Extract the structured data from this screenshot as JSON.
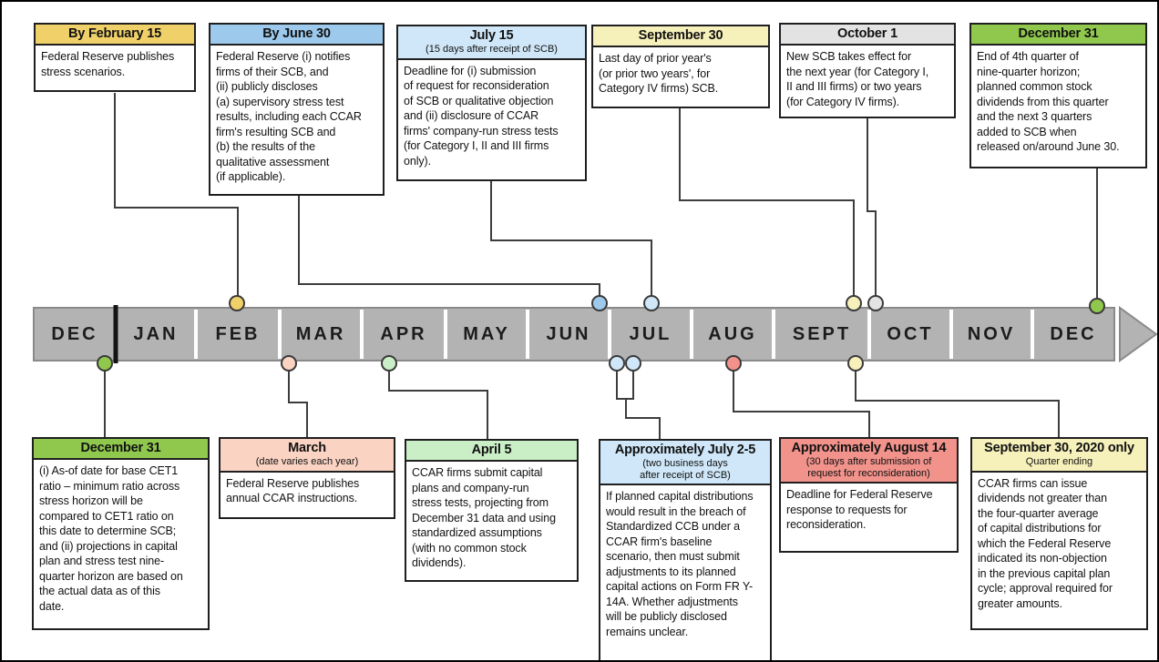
{
  "timeline": {
    "months": [
      "DEC",
      "JAN",
      "FEB",
      "MAR",
      "APR",
      "MAY",
      "JUN",
      "JUL",
      "AUG",
      "SEPT",
      "OCT",
      "NOV",
      "DEC"
    ],
    "bar_color": "#b3b3b3",
    "bar_edge_color": "#8a8a8a",
    "divider_color": "#ffffff",
    "year_divider_color": "#141414",
    "line_color": "#3d3d3d"
  },
  "events_top": [
    {
      "title": "By February 15",
      "subtitle": "",
      "body": "Federal Reserve publishes\nstress scenarios.",
      "accent": "#f0d169"
    },
    {
      "title": "By June 30",
      "subtitle": "",
      "body": "Federal Reserve (i) notifies\nfirms of their SCB, and\n(ii) publicly discloses\n(a) supervisory stress test\nresults, including each CCAR\nfirm's resulting SCB and\n(b) the results of the\nqualitative assessment\n(if applicable).",
      "accent": "#9cc9ec"
    },
    {
      "title": "July 15",
      "subtitle": "(15 days after receipt of SCB)",
      "body": "Deadline for (i) submission\nof request for reconsideration\nof SCB or qualitative objection\nand (ii) disclosure of CCAR\nfirms' company-run stress tests\n(for Category I, II and III  firms\nonly).",
      "accent": "#cfe7f8"
    },
    {
      "title": "September 30",
      "subtitle": "",
      "body": "Last day of prior year's\n(or prior two years', for\nCategory IV firms) SCB.",
      "accent": "#f6f0ba"
    },
    {
      "title": "October 1",
      "subtitle": "",
      "body": "New SCB takes effect for\nthe next year (for Category I,\nII and III  firms) or two years\n(for Category IV firms).",
      "accent": "#e3e3e3"
    },
    {
      "title": "December 31",
      "subtitle": "",
      "body": "End of 4th quarter of\nnine-quarter horizon;\nplanned common stock\ndividends from this quarter\nand the next 3 quarters\nadded to SCB when\nreleased on/around June 30.",
      "accent": "#90c84e"
    }
  ],
  "events_bottom": [
    {
      "title": "December 31",
      "subtitle": "",
      "body": "(i) As-of date for base CET1\nratio – minimum ratio across\nstress horizon will be\ncompared to CET1 ratio on\nthis date to determine SCB;\nand (ii) projections in capital\nplan and stress test nine-\nquarter horizon are based on\nthe actual data as of this\ndate.",
      "accent": "#90c84e"
    },
    {
      "title": "March",
      "subtitle": "(date varies each year)",
      "body": "Federal Reserve publishes\nannual CCAR instructions.",
      "accent": "#fad3c3"
    },
    {
      "title": "April 5",
      "subtitle": "",
      "body": "CCAR firms submit capital\nplans and company-run\nstress tests, projecting from\nDecember 31 data and using\nstandardized assumptions\n(with no common stock\ndividends).",
      "accent": "#caefc6"
    },
    {
      "title": "Approximately July 2-5",
      "subtitle": "(two business days\nafter receipt of SCB)",
      "body": "If planned capital distributions\nwould result in the breach of\nStandardized CCB under a\nCCAR firm's baseline\nscenario, then must submit\nadjustments to its planned\ncapital actions on Form FR Y-\n14A.  Whether adjustments\nwill be publicly disclosed\nremains unclear.",
      "accent": "#cfe7f8"
    },
    {
      "title": "Approximately August 14",
      "subtitle": "(30 days after submission of\nrequest for reconsideration)",
      "body": "Deadline for Federal Reserve\nresponse to requests for\nreconsideration.",
      "accent": "#f1928b"
    },
    {
      "title": "September 30, 2020 only",
      "subtitle": "Quarter ending",
      "body": "CCAR firms can issue\ndividends not greater than\nthe four-quarter average\nof capital distributions for\nwhich the Federal Reserve\nindicated its non-objection\nin the previous capital plan\ncycle; approval required for\ngreater amounts.",
      "accent": "#f6f0ba"
    }
  ]
}
